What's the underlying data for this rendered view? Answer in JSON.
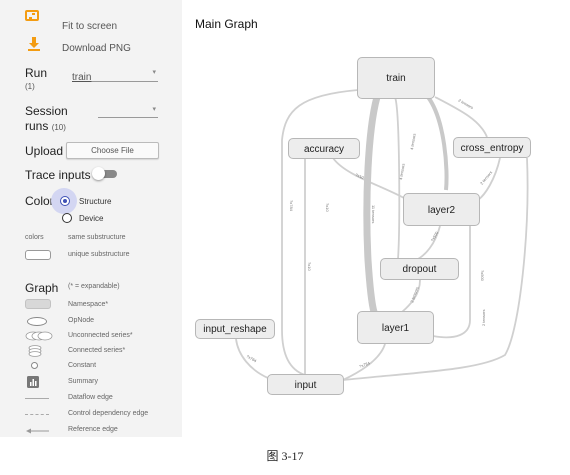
{
  "sidebar": {
    "fit_to_screen": "Fit to screen",
    "download_png": "Download PNG",
    "run_label": "Run",
    "run_count": "(1)",
    "run_value": "train",
    "session_label_1": "Session",
    "session_label_2": "runs",
    "session_count": "(10)",
    "upload_label": "Upload",
    "choose_file": "Choose File",
    "trace_inputs": "Trace inputs",
    "color_label": "Color",
    "color_options": [
      "Structure",
      "Device"
    ],
    "color_selected": "Structure",
    "colors_label": "colors",
    "same_substructure": "same substructure",
    "unique_substructure": "unique substructure",
    "graph_label": "Graph",
    "expandable_note": "(* = expandable)",
    "legend": [
      {
        "icon": "namespace-icon",
        "label": "Namespace*"
      },
      {
        "icon": "opnode-icon",
        "label": "OpNode"
      },
      {
        "icon": "unconnected-series-icon",
        "label": "Unconnected series*"
      },
      {
        "icon": "connected-series-icon",
        "label": "Connected series*"
      },
      {
        "icon": "constant-icon",
        "label": "Constant"
      },
      {
        "icon": "summary-icon",
        "label": "Summary"
      },
      {
        "icon": "dataflow-edge-icon",
        "label": "Dataflow edge"
      },
      {
        "icon": "control-dependency-edge-icon",
        "label": "Control dependency edge"
      },
      {
        "icon": "reference-edge-icon",
        "label": "Reference edge"
      }
    ]
  },
  "graph": {
    "title": "Main Graph",
    "nodes": {
      "train": "train",
      "accuracy": "accuracy",
      "cross_entropy": "cross_entropy",
      "layer2": "layer2",
      "dropout": "dropout",
      "input_reshape": "input_reshape",
      "layer1": "layer1",
      "input": "input"
    },
    "edge_labels": {
      "a": "?x784",
      "b": "?x784",
      "c": "?x784",
      "d": "?x10",
      "e": "?x10",
      "f": "?x10",
      "g": "4 tensors",
      "h": "4 tensors",
      "i": "2 tensors",
      "j": "2 tensors",
      "k": "11 tensors",
      "l": "?x500",
      "m": "2 tensors",
      "n": "2 tensors",
      "o": "?x500"
    }
  },
  "colors": {
    "sidebar_bg": "#f3f3f3",
    "accent": "#3f51b5",
    "download_icon": "#f39c12",
    "node_fill": "#ededed",
    "node_border": "#b7b7b7"
  },
  "caption": "图 3-17"
}
